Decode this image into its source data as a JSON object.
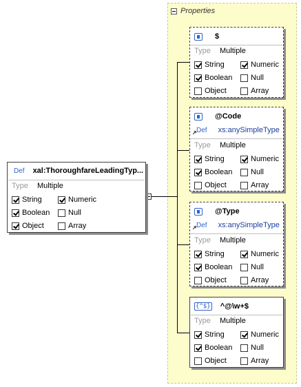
{
  "properties_label": "Properties",
  "root": {
    "def_tag": "Def",
    "name": "xal:ThoroughfareLeadingTyp...",
    "type_key": "Type",
    "type_value": "Multiple",
    "checks": [
      {
        "label": "String",
        "checked": true
      },
      {
        "label": "Numeric",
        "checked": true
      },
      {
        "label": "Boolean",
        "checked": true
      },
      {
        "label": "Null",
        "checked": false
      },
      {
        "label": "Object",
        "checked": true
      },
      {
        "label": "Array",
        "checked": false
      }
    ]
  },
  "props": [
    {
      "icon": "element-icon",
      "name": "$",
      "type_key": "Type",
      "type_value": "Multiple",
      "checks": [
        {
          "label": "String",
          "checked": true
        },
        {
          "label": "Numeric",
          "checked": true
        },
        {
          "label": "Boolean",
          "checked": true
        },
        {
          "label": "Null",
          "checked": false
        },
        {
          "label": "Object",
          "checked": false
        },
        {
          "label": "Array",
          "checked": false
        }
      ]
    },
    {
      "icon": "element-icon",
      "name": "@Code",
      "def_tag": "Def",
      "def_type": "xs:anySimpleType",
      "type_key": "Type",
      "type_value": "Multiple",
      "checks": [
        {
          "label": "String",
          "checked": true
        },
        {
          "label": "Numeric",
          "checked": true
        },
        {
          "label": "Boolean",
          "checked": true
        },
        {
          "label": "Null",
          "checked": false
        },
        {
          "label": "Object",
          "checked": false
        },
        {
          "label": "Array",
          "checked": false
        }
      ]
    },
    {
      "icon": "element-icon",
      "name": "@Type",
      "def_tag": "Def",
      "def_type": "xs:anySimpleType",
      "type_key": "Type",
      "type_value": "Multiple",
      "checks": [
        {
          "label": "String",
          "checked": true
        },
        {
          "label": "Numeric",
          "checked": true
        },
        {
          "label": "Boolean",
          "checked": true
        },
        {
          "label": "Null",
          "checked": false
        },
        {
          "label": "Object",
          "checked": false
        },
        {
          "label": "Array",
          "checked": false
        }
      ]
    },
    {
      "icon": "regex-icon",
      "icon_text": "{^$}",
      "name": "^@\\w+$",
      "type_key": "Type",
      "type_value": "Multiple",
      "checks": [
        {
          "label": "String",
          "checked": true
        },
        {
          "label": "Numeric",
          "checked": true
        },
        {
          "label": "Boolean",
          "checked": true
        },
        {
          "label": "Null",
          "checked": false
        },
        {
          "label": "Object",
          "checked": false
        },
        {
          "label": "Array",
          "checked": false
        }
      ]
    }
  ]
}
